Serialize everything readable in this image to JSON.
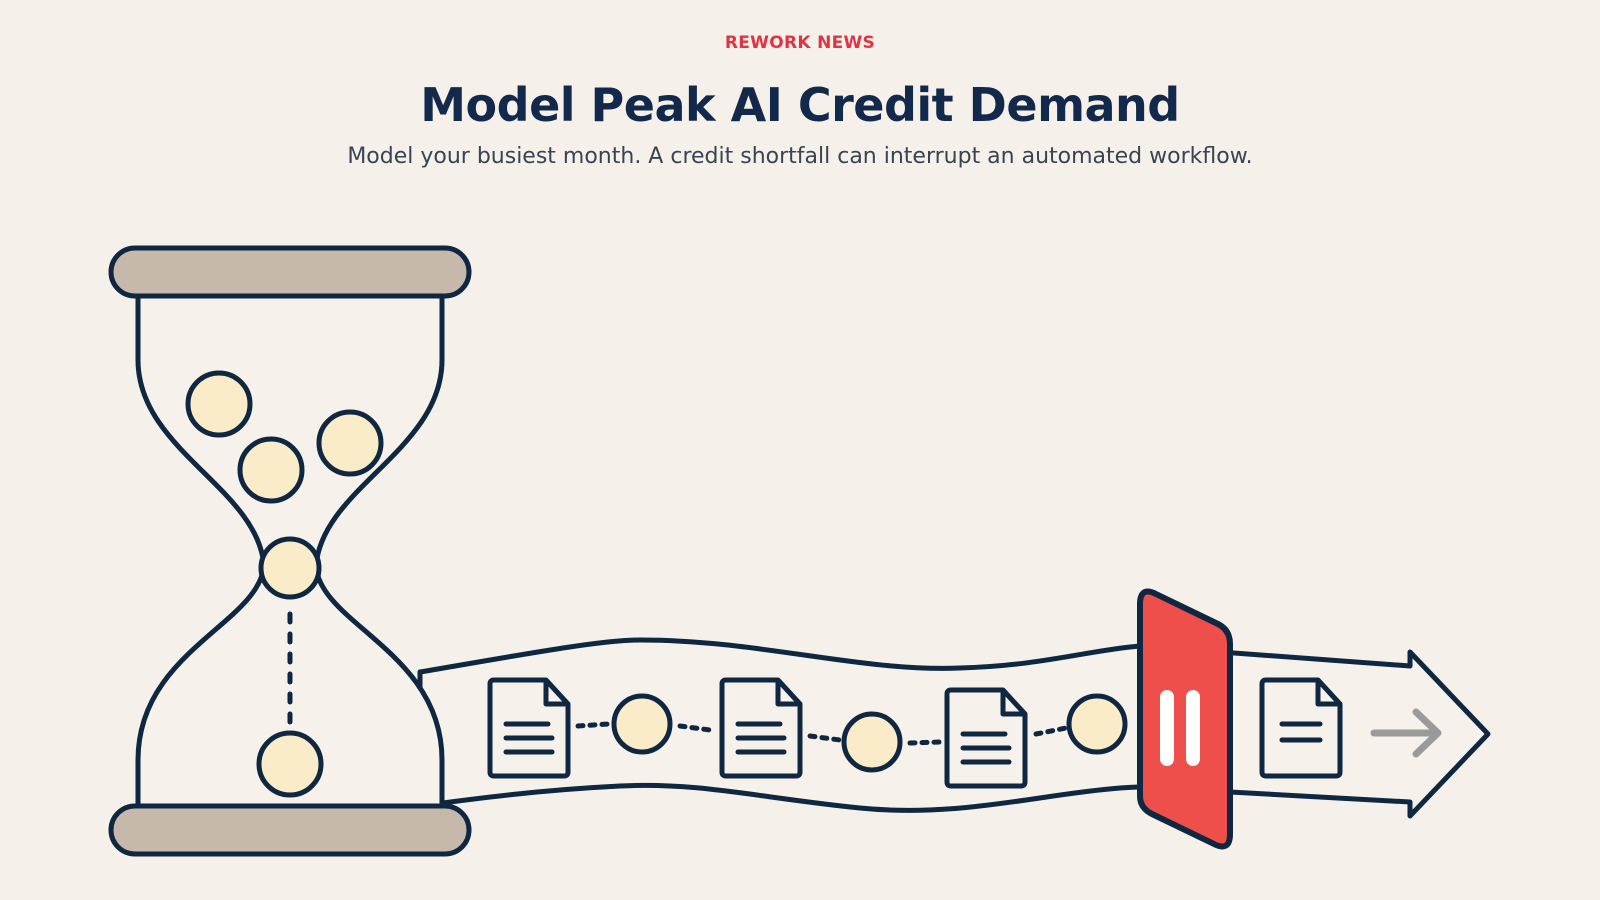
{
  "header": {
    "kicker": "REWORK NEWS",
    "title": "Model Peak AI Credit Demand",
    "subtitle": "Model your busiest month. A credit shortfall can interrupt an automated workflow."
  },
  "illustration": {
    "icons": [
      "hourglass-icon",
      "credit-coin-icon",
      "document-icon",
      "pause-barrier-icon",
      "arrow-right-icon"
    ],
    "colors": {
      "background": "#f5f1ea",
      "outline": "#0f2740",
      "coin": "#fbecc9",
      "hourglass_cap": "#c6b9ac",
      "barrier": "#ef4f4a",
      "kicker": "#e03444",
      "title": "#13294b"
    }
  }
}
